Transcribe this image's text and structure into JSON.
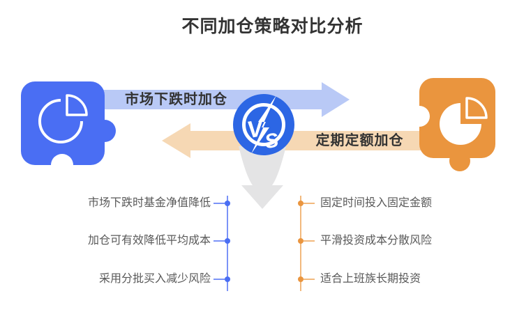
{
  "title": "不同加仓策略对比分析",
  "versus": {
    "v": "V",
    "s": "S"
  },
  "strategies": {
    "left": {
      "arrow_label": "市场下跌时加仓",
      "direction": "right",
      "points": [
        "市场下跌时基金净值降低",
        "加仓可有效降低平均成本",
        "采用分批买入减少风险"
      ]
    },
    "right": {
      "arrow_label": "定期定额加仓",
      "direction": "left",
      "points": [
        "固定时间投入固定金额",
        "平滑投资成本分散风险",
        "适合上班族长期投资"
      ]
    }
  },
  "icons": {
    "left_shape": "puzzle-piece-icon",
    "left_chart": "pie-chart-icon",
    "right_shape": "puzzle-piece-icon",
    "right_chart": "pie-chart-icon",
    "center_badge": "vs-lightning-bolt-icon",
    "center_flow": "down-arrow-icon"
  },
  "colors": {
    "blue": "#4a6ef3",
    "vs_blue": "#2c66e4",
    "orange": "#ea953e",
    "arrow_blue": "#b9c9f6",
    "arrow_orange": "#f6d8b4",
    "gray_arrow": "#e4e4e5",
    "title_text": "#333333",
    "body_text": "#595959",
    "blue_line": "#7b93f7",
    "orange_line": "#f2b97d"
  }
}
